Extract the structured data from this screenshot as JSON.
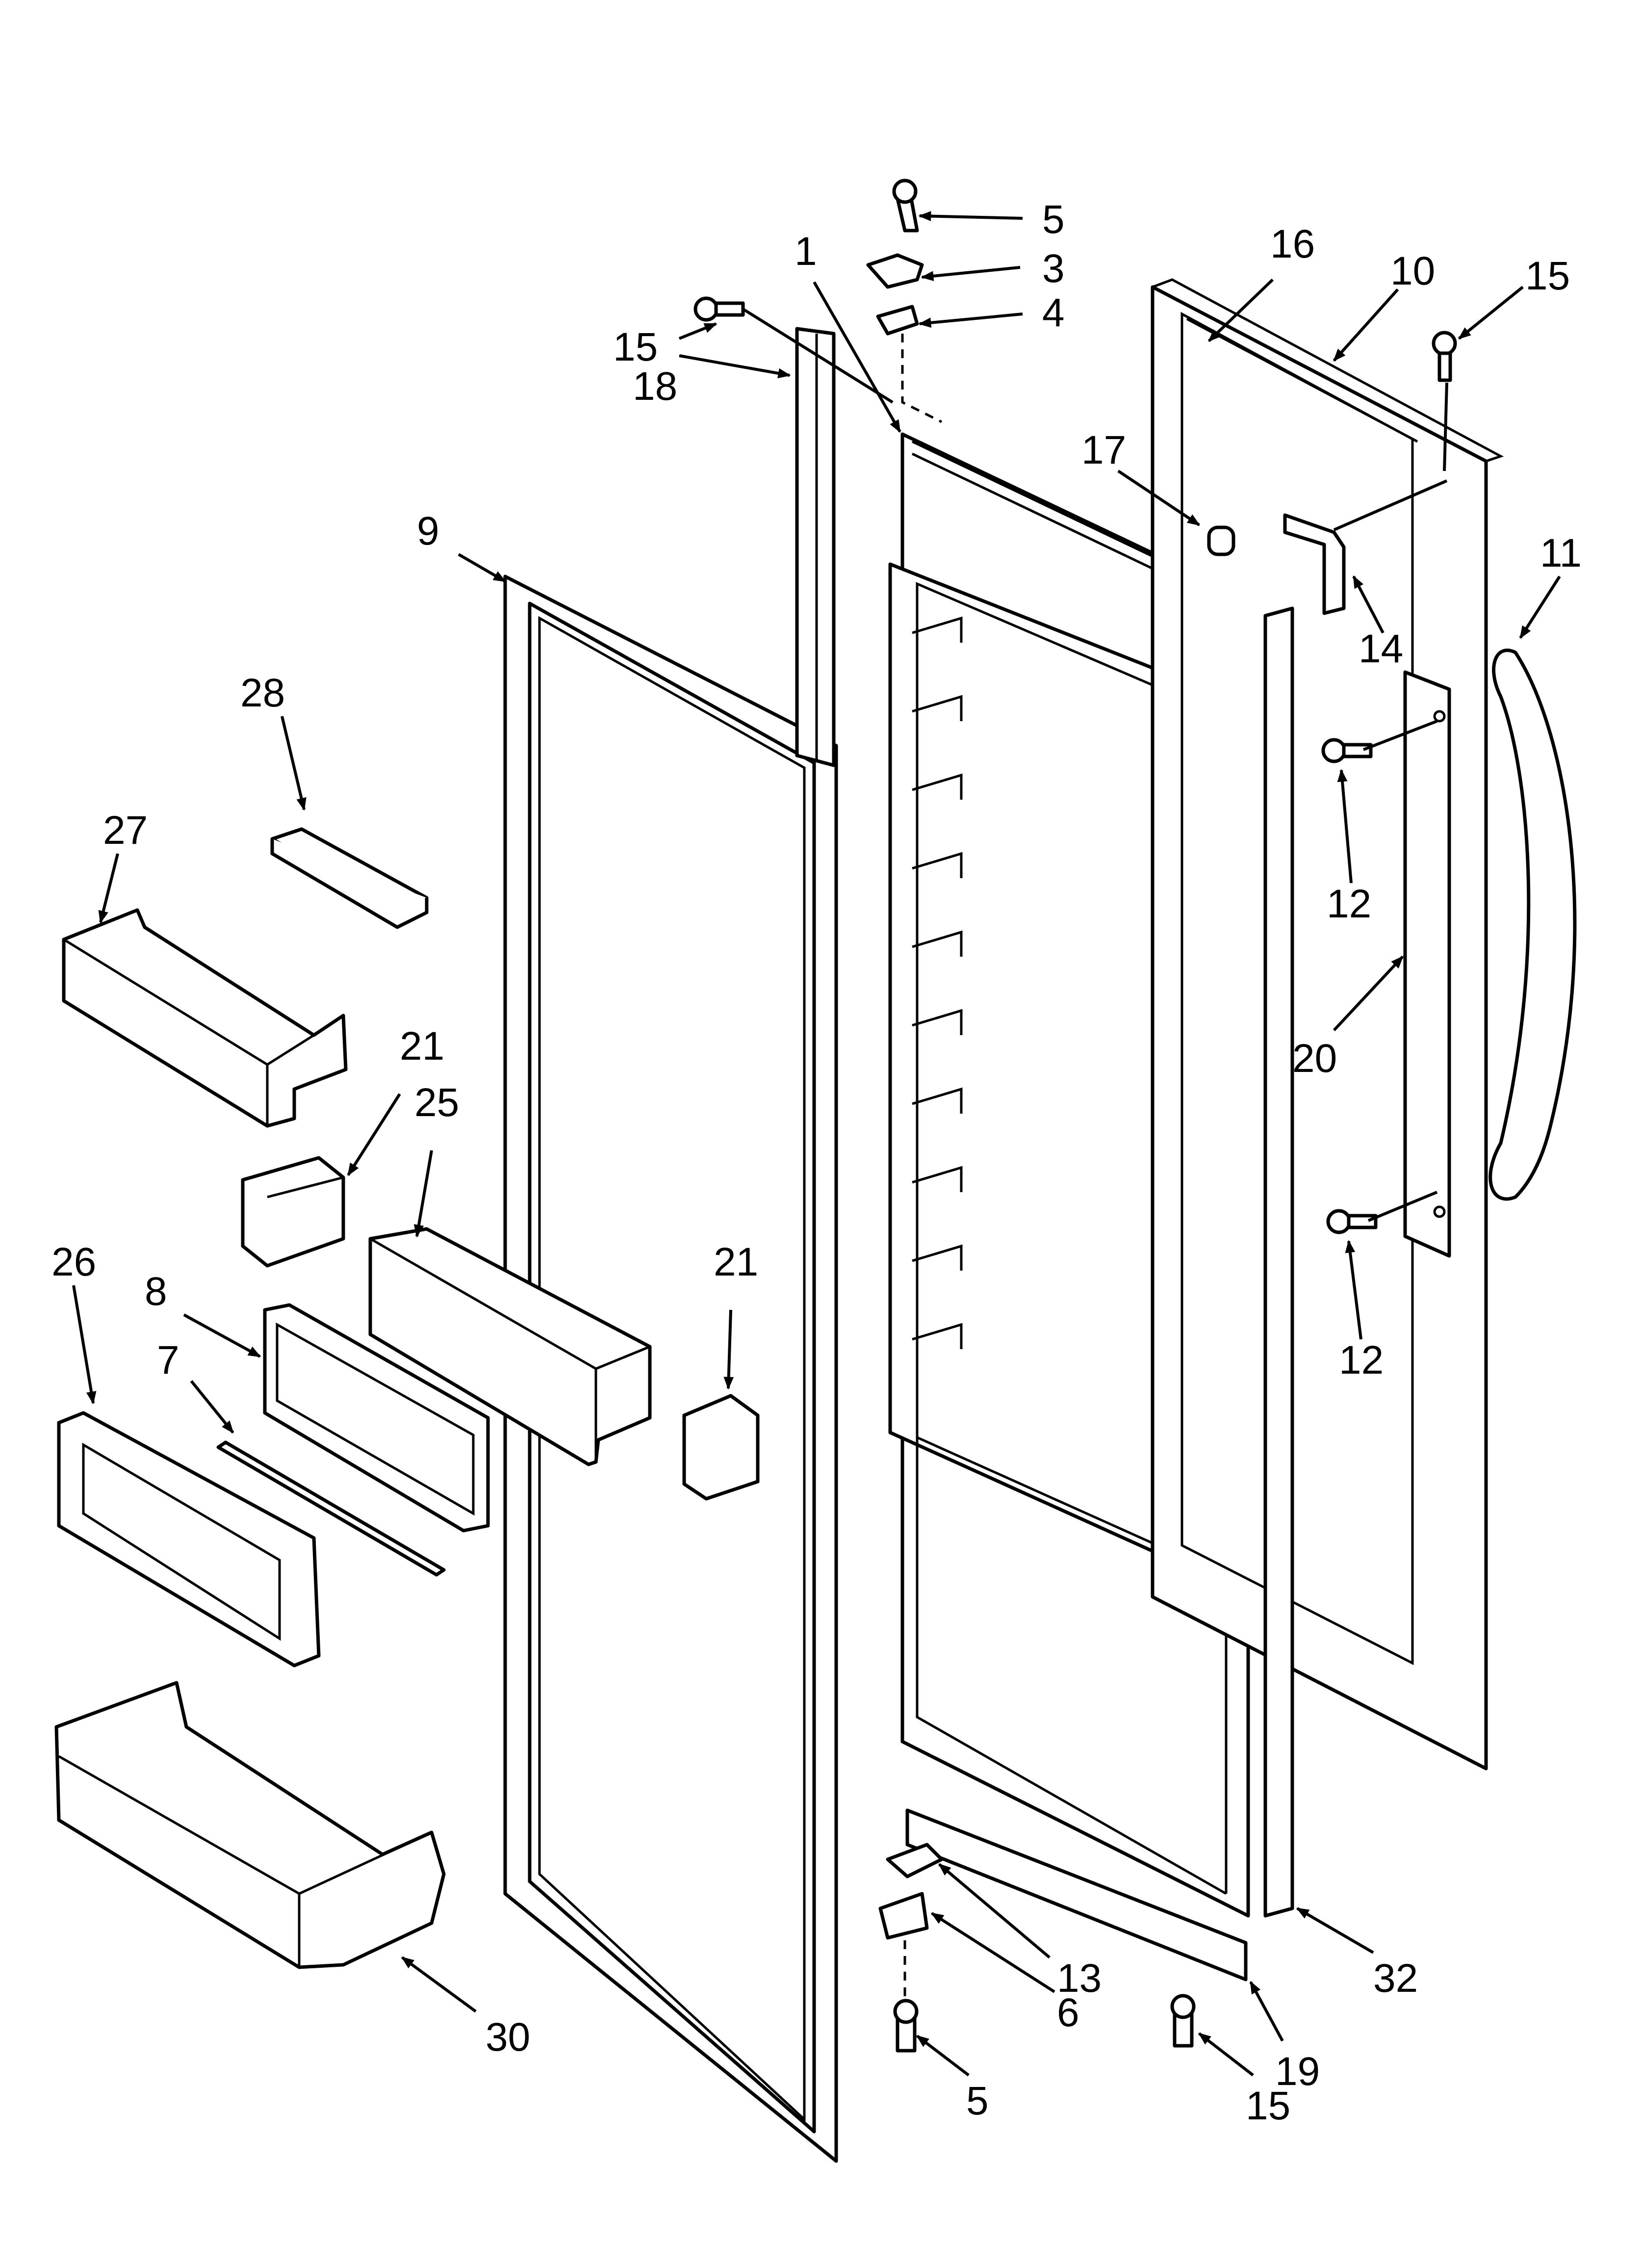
{
  "labels": {
    "l1": "1",
    "l3": "3",
    "l4": "4",
    "l5a": "5",
    "l5b": "5",
    "l6": "6",
    "l7": "7",
    "l8": "8",
    "l9": "9",
    "l10": "10",
    "l11": "11",
    "l12a": "12",
    "l12b": "12",
    "l13": "13",
    "l14": "14",
    "l15a": "15",
    "l15b": "15",
    "l15c": "15",
    "l16": "16",
    "l17": "17",
    "l18": "18",
    "l19": "19",
    "l20": "20",
    "l21a": "21",
    "l21b": "21",
    "l25": "25",
    "l26": "26",
    "l27": "27",
    "l28": "28",
    "l30": "30",
    "l32": "32"
  }
}
